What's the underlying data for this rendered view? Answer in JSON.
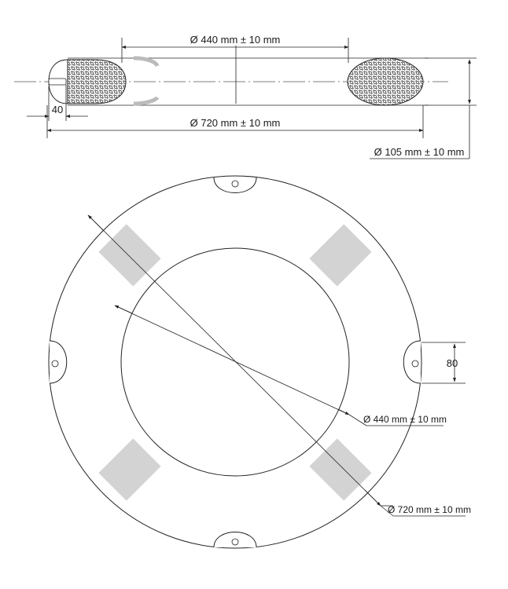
{
  "dimensions": {
    "inner_top": "Ø 440 mm ± 10 mm",
    "outer_top": "Ø 720 mm ± 10 mm",
    "thickness": "Ø 105 mm ± 10 mm",
    "rope_offset": "40",
    "eyelet_width": "80",
    "inner_callout": "Ø 440 mm ± 10 mm",
    "outer_callout": "Ø 720 mm ± 10 mm"
  },
  "colors": {
    "line": "#222222",
    "band": "#d3d3d3",
    "background": "#ffffff"
  }
}
